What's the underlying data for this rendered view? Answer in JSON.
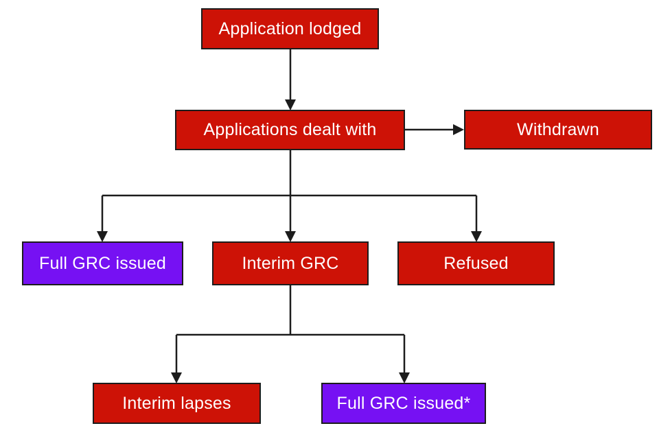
{
  "colors": {
    "box_red": "#cd1206",
    "box_purple": "#7611f3",
    "line": "#1c1c1c",
    "text": "#ffffff",
    "border": "#1c1c1c",
    "background": "#ffffff"
  },
  "nodes": [
    {
      "id": "application-lodged",
      "label": "Application lodged",
      "color": "red"
    },
    {
      "id": "applications-dealt-with",
      "label": "Applications dealt with",
      "color": "red"
    },
    {
      "id": "withdrawn",
      "label": "Withdrawn",
      "color": "red"
    },
    {
      "id": "full-grc-issued",
      "label": "Full GRC issued",
      "color": "purple"
    },
    {
      "id": "interim-grc",
      "label": "Interim GRC",
      "color": "red"
    },
    {
      "id": "refused",
      "label": "Refused",
      "color": "red"
    },
    {
      "id": "interim-lapses",
      "label": "Interim lapses",
      "color": "red"
    },
    {
      "id": "full-grc-issued-starred",
      "label": "Full GRC issued*",
      "color": "purple"
    }
  ],
  "edges": [
    {
      "from": "application-lodged",
      "to": "applications-dealt-with"
    },
    {
      "from": "applications-dealt-with",
      "to": "withdrawn"
    },
    {
      "from": "applications-dealt-with",
      "to": "full-grc-issued"
    },
    {
      "from": "applications-dealt-with",
      "to": "interim-grc"
    },
    {
      "from": "applications-dealt-with",
      "to": "refused"
    },
    {
      "from": "interim-grc",
      "to": "interim-lapses"
    },
    {
      "from": "interim-grc",
      "to": "full-grc-issued-starred"
    }
  ]
}
